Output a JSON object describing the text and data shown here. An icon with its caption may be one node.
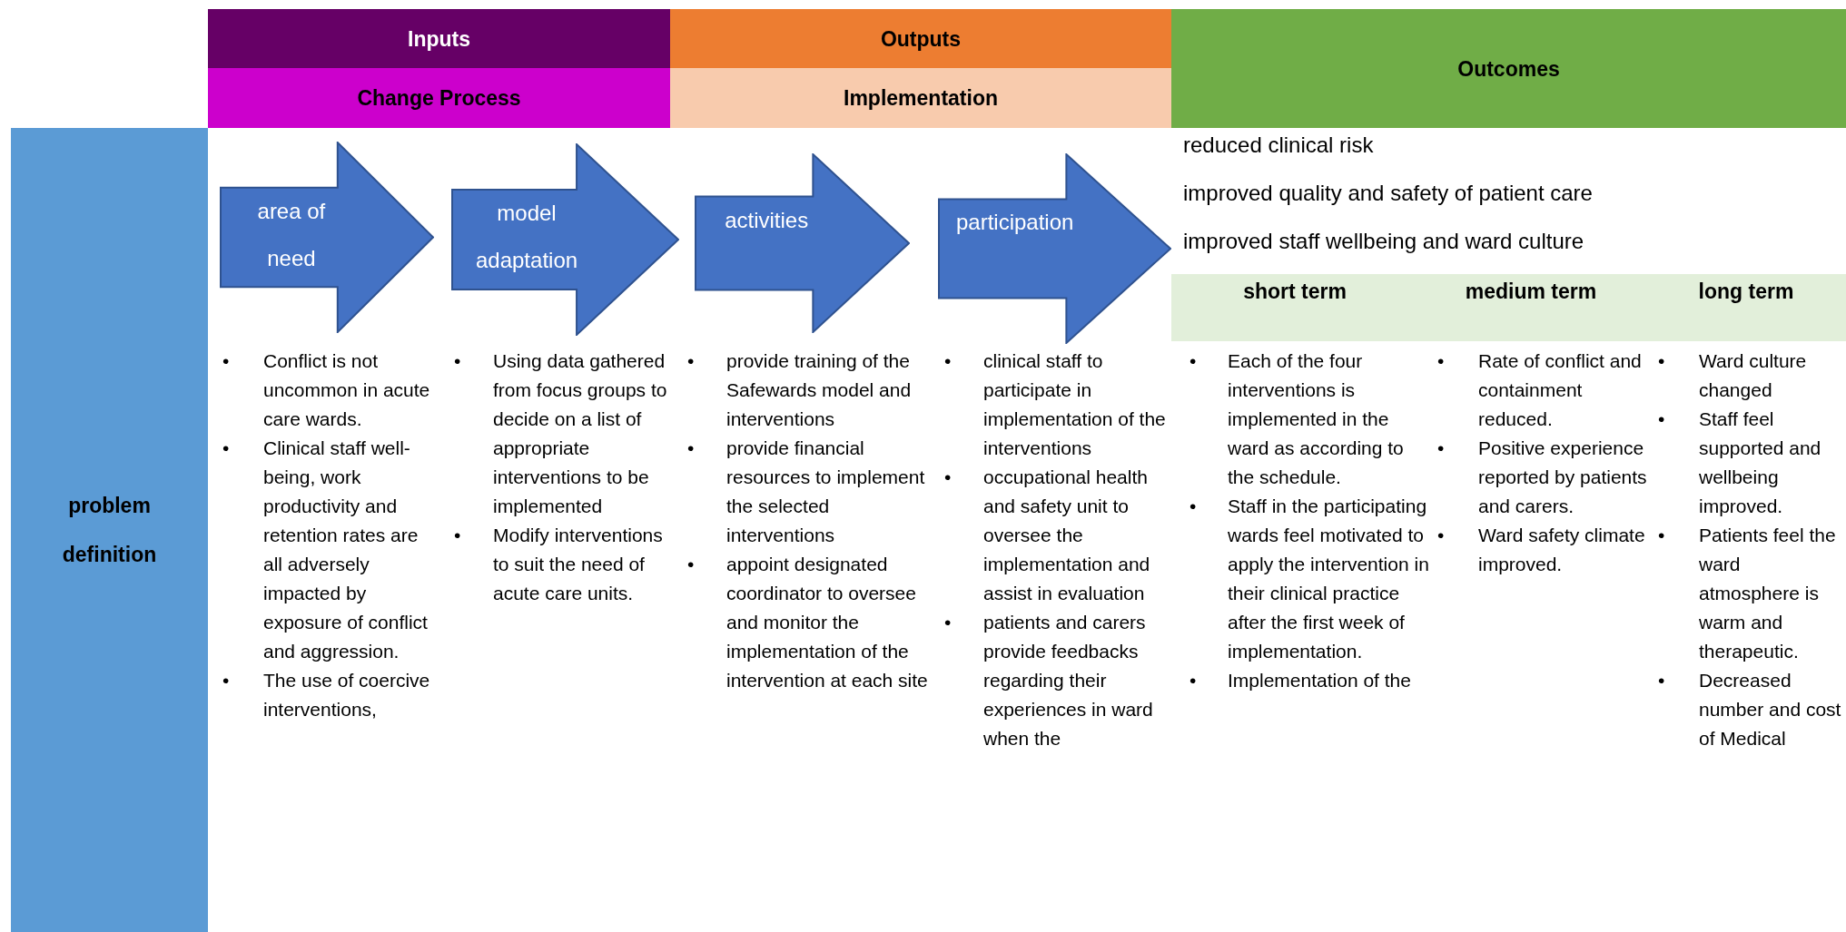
{
  "diagram": {
    "nodes": [
      {
        "text": [
          "Inputs"
        ]
      },
      {
        "text": [
          "Change Process"
        ]
      },
      {
        "text": [
          "Outputs"
        ]
      },
      {
        "text": [
          "Implementation"
        ]
      },
      {
        "text": [
          "Outcomes"
        ]
      },
      {
        "text": [
          "problem definition"
        ]
      },
      {
        "text": [
          "area of need"
        ]
      },
      {
        "text": [
          "model adaptation"
        ]
      },
      {
        "text": [
          "activities"
        ]
      },
      {
        "text": [
          "participation"
        ]
      },
      {
        "text": [
          "short term",
          "medium term",
          "long term"
        ]
      }
    ],
    "edges": [],
    "labels": [
      "reduced clinical risk",
      "improved quality and safety of patient care",
      "improved staff wellbeing and ward culture",
      "•",
      "Conflict is not uncommon in acute care wards.",
      "•",
      "Clinical staff well-being, work productivity and retention rates are all adversely impacted by exposure of conflict and aggression.",
      "•",
      "The use of coercive interventions,",
      "•",
      "Using data gathered from focus groups to decide on a list of appropriate interventions to be implemented",
      "•",
      "Modify interventions to suit the need of acute care units.",
      "•",
      "provide training of the Safewards model and interventions",
      "•",
      "provide financial resources to implement the selected interventions",
      "•",
      "appoint designated coordinator to oversee and monitor the implementation of the intervention at each site",
      "•",
      "clinical staff to participate in implementation of the interventions",
      "•",
      "occupational health and safety unit to oversee the implementation and assist in evaluation",
      "•",
      "patients and carers provide feedbacks regarding their experiences in ward when the",
      "•",
      "Each of the four interventions is implemented in the ward as according to the schedule.",
      "•",
      "Staff in the participating wards feel motivated to apply the intervention in their clinical practice after the first week of implementation.",
      "•",
      "Implementation of the",
      "•",
      "Rate of conflict and containment reduced.",
      "•",
      "Positive experience reported by patients and carers.",
      "•",
      "Ward safety climate improved.",
      "•",
      "Ward culture changed",
      "•",
      "Staff feel supported and wellbeing improved.",
      "•",
      "Patients feel the ward atmosphere is warm and therapeutic.",
      "•",
      "Decreased number and cost of Medical"
    ]
  }
}
